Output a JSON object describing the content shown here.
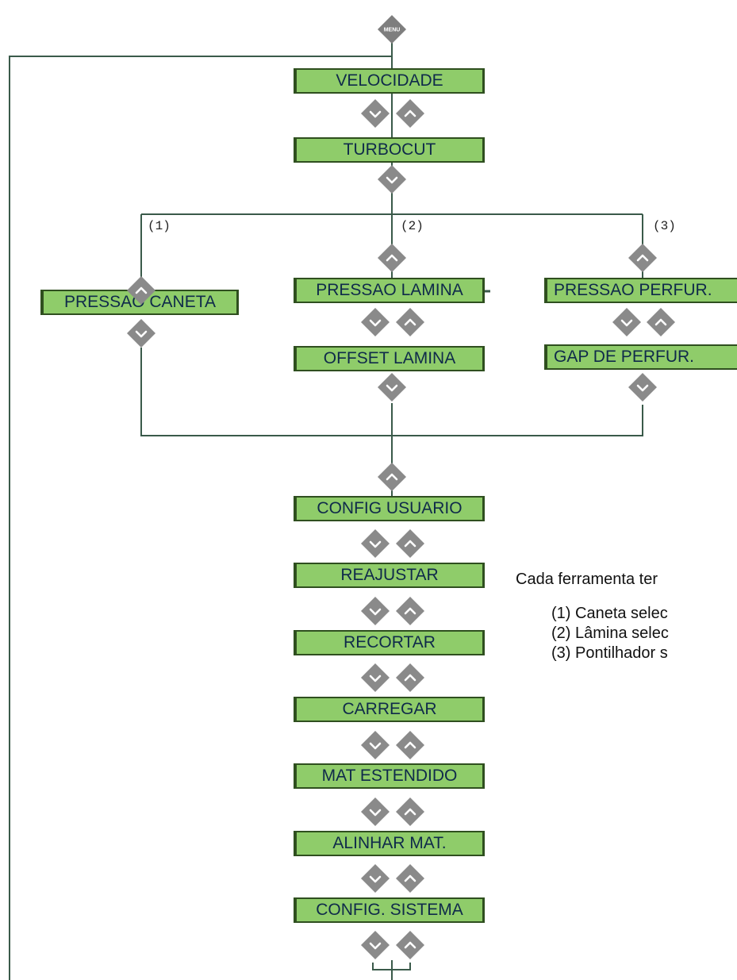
{
  "menu_icon_label": "MENU",
  "boxes": {
    "velocidade": "VELOCIDADE",
    "turbocut": "TURBOCUT",
    "pressao_caneta": "PRESSAO CANETA",
    "pressao_lamina": "PRESSAO LAMINA",
    "offset_lamina": "OFFSET LAMINA",
    "pressao_perfur": "PRESSAO PERFUR.",
    "gap_perfur": "GAP DE PERFUR.",
    "config_usuario": "CONFIG USUARIO",
    "reajustar": "REAJUSTAR",
    "recortar": "RECORTAR",
    "carregar": "CARREGAR",
    "mat_estendido": "MAT ESTENDIDO",
    "alinhar_mat": "ALINHAR MAT.",
    "config_sistema": "CONFIG. SISTEMA"
  },
  "branch_labels": [
    "(1)",
    "(2)",
    "(3)"
  ],
  "notes": {
    "intro": "Cada ferramenta ter",
    "items": [
      "(1)  Caneta selec",
      "(2)  Lâmina selec",
      "(3)  Pontilhador s"
    ]
  },
  "colors": {
    "box_fill": "#8fcc6a",
    "box_border": "#2f4f1f",
    "box_text": "#0f2a4a",
    "button_fill": "#8a8a8a",
    "line": "#3a5a4a"
  }
}
